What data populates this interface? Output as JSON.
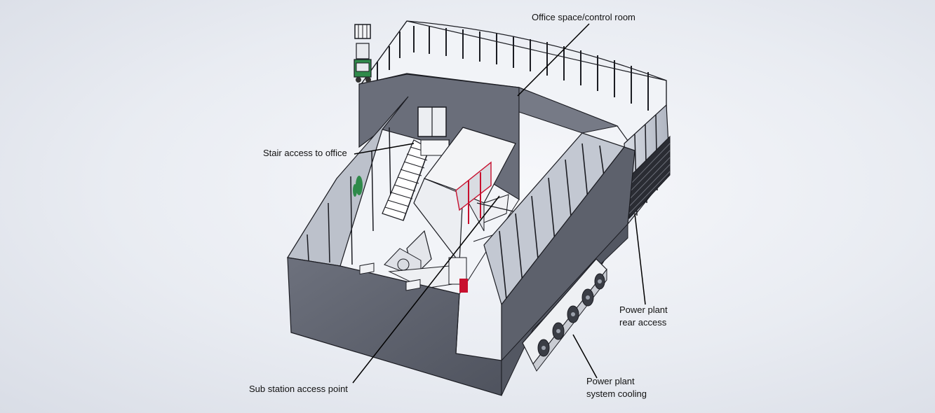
{
  "annotations": {
    "office": "Office space/control room",
    "stair": "Stair access to office",
    "substation": "Sub station access point",
    "rear_access": [
      "Power plant",
      "rear access"
    ],
    "cooling": [
      "Power plant",
      "system cooling"
    ]
  },
  "colors": {
    "wall_dark": "#5b5f6b",
    "wall_mid": "#6c707c",
    "floor": "#f2f4f8",
    "glass": "#c9ced8",
    "outline": "#1b1c22",
    "accent_red": "#c8102e",
    "accent_green": "#2f8a4a",
    "leader": "#000000"
  },
  "icons": {
    "forklift": "forklift-icon",
    "stair": "staircase-icon",
    "fan": "cooling-fan-icon"
  }
}
